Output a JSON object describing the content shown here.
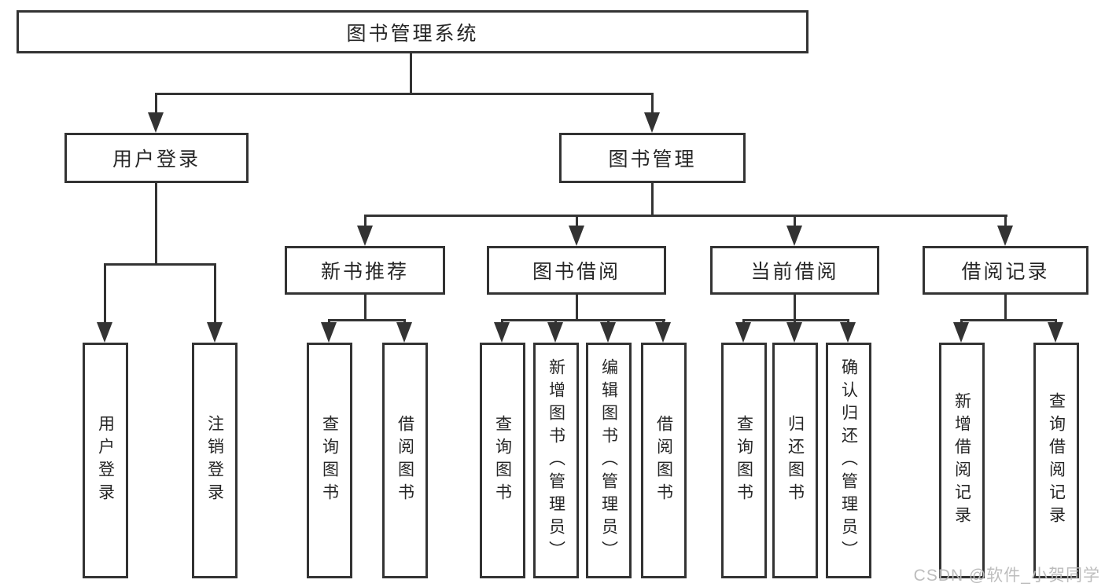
{
  "diagram_type": "tree",
  "tree": {
    "root": "图书管理系统",
    "branches": [
      {
        "label": "用户登录",
        "children": [
          "用户登录",
          "注销登录"
        ]
      },
      {
        "label": "图书管理",
        "children": [
          {
            "label": "新书推荐",
            "children": [
              "查询图书",
              "借阅图书"
            ]
          },
          {
            "label": "图书借阅",
            "children": [
              "查询图书",
              "新增图书（管理员）",
              "编辑图书（管理员）",
              "借阅图书"
            ]
          },
          {
            "label": "当前借阅",
            "children": [
              "查询图书",
              "归还图书",
              "确认归还（管理员）"
            ]
          },
          {
            "label": "借阅记录",
            "children": [
              "新增借阅记录",
              "查询借阅记录"
            ]
          }
        ]
      }
    ]
  },
  "colors": {
    "line": "#333333",
    "text": "#262626",
    "background": "#ffffff",
    "watermark_gray": "#b9b9b9"
  },
  "watermark": "CSDN @软件_小贺同学"
}
